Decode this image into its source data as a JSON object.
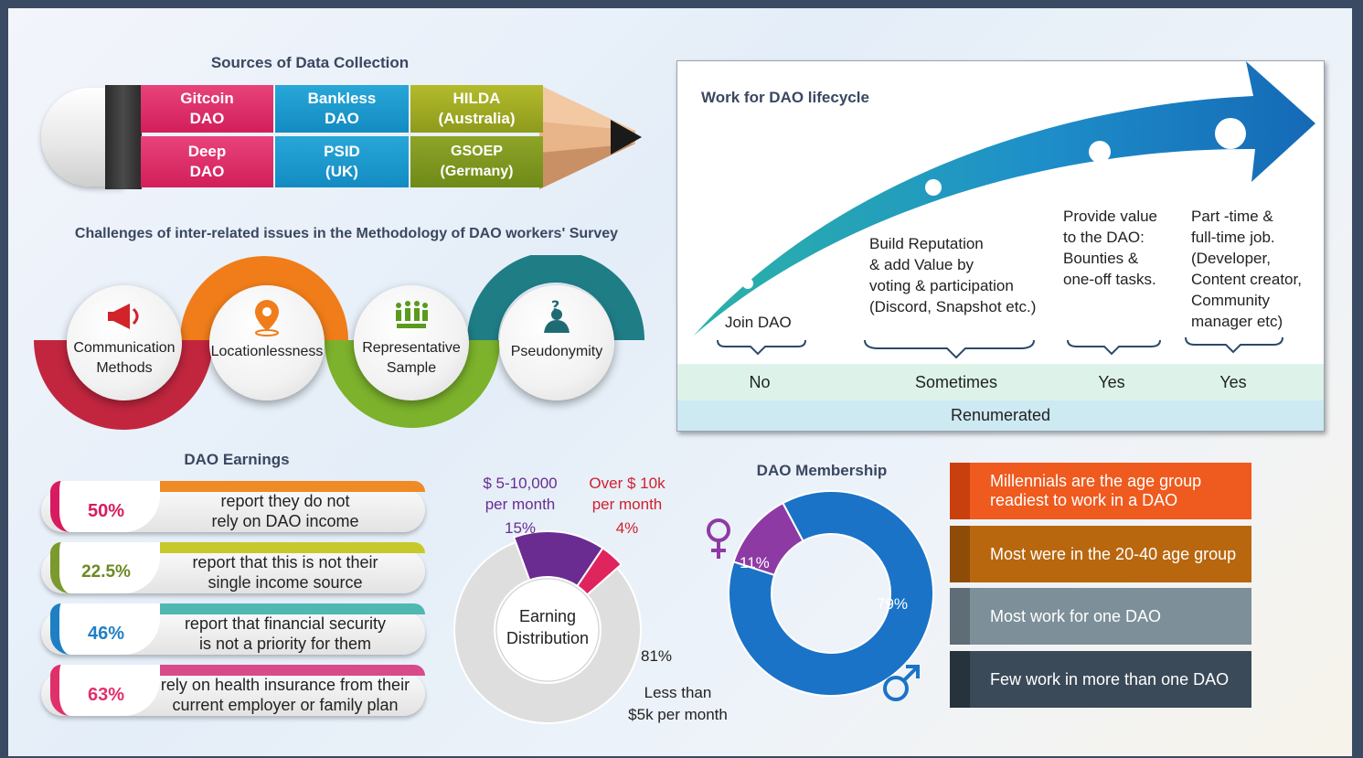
{
  "sources": {
    "title": "Sources of Data Collection",
    "cells": [
      {
        "line1": "Gitcoin",
        "line2": "DAO"
      },
      {
        "line1": "Bankless",
        "line2": "DAO"
      },
      {
        "line1": "HILDA",
        "line2": "(Australia)"
      },
      {
        "line1": "Deep",
        "line2": "DAO"
      },
      {
        "line1": "PSID",
        "line2": "(UK)"
      },
      {
        "line1": "GSOEP",
        "line2": "(Germany)"
      }
    ]
  },
  "challenges": {
    "title": "Challenges of inter-related issues in the Methodology of DAO workers' Survey",
    "items": [
      {
        "line1": "Communication",
        "line2": "Methods",
        "icon": "megaphone-icon"
      },
      {
        "line1": "Locationlessness",
        "line2": "",
        "icon": "location-pin-icon"
      },
      {
        "line1": "Representative",
        "line2": "Sample",
        "icon": "people-group-icon"
      },
      {
        "line1": "Pseudonymity",
        "line2": "",
        "icon": "anonymous-person-icon"
      }
    ]
  },
  "lifecycle": {
    "title": "Work for DAO lifecycle",
    "stages": [
      {
        "lines": [
          "Join DAO"
        ],
        "paid": "No"
      },
      {
        "lines": [
          "Build Reputation",
          "& add Value by",
          "voting & participation",
          "(Discord, Snapshot etc.)"
        ],
        "paid": "Sometimes"
      },
      {
        "lines": [
          "Provide value",
          "to the DAO:",
          "Bounties &",
          "one-off tasks."
        ],
        "paid": "Yes"
      },
      {
        "lines": [
          "Part -time &",
          "full-time job.",
          "(Developer,",
          "Content creator,",
          "Community",
          "manager etc)"
        ],
        "paid": "Yes"
      }
    ],
    "footer": "Renumerated"
  },
  "earnings": {
    "title": "DAO Earnings",
    "items": [
      {
        "pct": "50%",
        "line1": "report they do not",
        "line2": "rely on DAO income",
        "color": "#d81b60",
        "accent": "#f08a24"
      },
      {
        "pct": "22.5%",
        "line1": "report that this is not their",
        "line2": "single income source",
        "color": "#7a9a2e",
        "accent": "#c7c92a"
      },
      {
        "pct": "46%",
        "line1": "report  that financial  security",
        "line2": "is not a priority for them",
        "color": "#1f7fc4",
        "accent": "#4fb8b0"
      },
      {
        "pct": "63%",
        "line1": "rely on health insurance from their",
        "line2": "current employer or family plan",
        "color": "#e0306a",
        "accent": "#d94a8a"
      }
    ]
  },
  "chart_data": [
    {
      "type": "pie",
      "title": "Earning Distribution",
      "categories": [
        "$ 5-10,000 per month",
        "Over $ 10k per month",
        "Less than $5k per month"
      ],
      "values": [
        15,
        4,
        81
      ],
      "colors": [
        "#6a2c91",
        "#e0245e",
        "#dedede"
      ],
      "labels": {
        "a_line1": "$ 5-10,000",
        "a_line2": "per month",
        "a_pct": "15%",
        "b_line1": "Over $ 10k",
        "b_line2": "per month",
        "b_pct": "4%",
        "c_pct": "81%",
        "c_line1": "Less than",
        "c_line2": "$5k per month"
      }
    },
    {
      "type": "pie",
      "title": "DAO Membership",
      "categories": [
        "female",
        "male"
      ],
      "values": [
        11,
        79
      ],
      "colors": [
        "#8e3aa5",
        "#1a73c6"
      ],
      "labels": {
        "female_pct": "11%",
        "male_pct": "79%"
      }
    }
  ],
  "findings": [
    {
      "line1": "Millennials are the age group",
      "line2": "readiest to work in a DAO",
      "color": "#ef5a1e",
      "fold": "#c9400e"
    },
    {
      "line1": "Most were in the 20-40 age group",
      "line2": "",
      "color": "#b8670f",
      "fold": "#8e4c08"
    },
    {
      "line1": "Most  work for one DAO",
      "line2": "",
      "color": "#7d8f99",
      "fold": "#5e6d76"
    },
    {
      "line1": "Few work in more than one DAO",
      "line2": "",
      "color": "#3a4a58",
      "fold": "#26323c"
    }
  ]
}
